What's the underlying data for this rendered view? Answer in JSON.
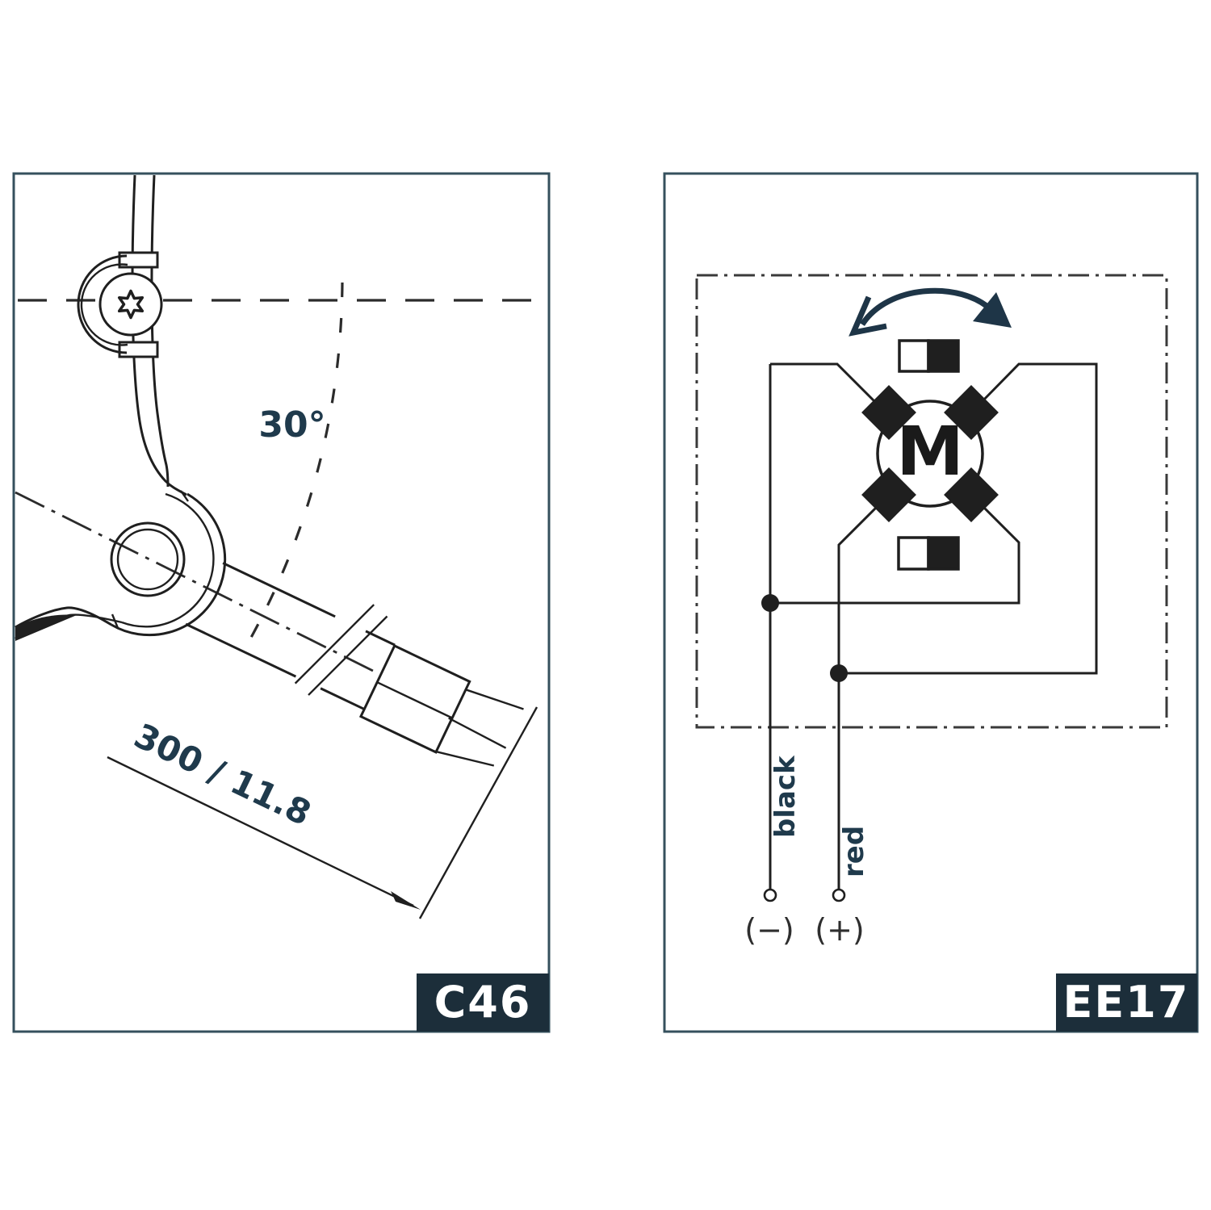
{
  "figure": {
    "left_panel": {
      "code": "C46",
      "angle_label": "30°",
      "dimension_label": "300 / 11.8"
    },
    "right_panel": {
      "code": "EE17",
      "motor_label": "M",
      "wire_left_label": "black",
      "wire_right_label": "red",
      "terminal_left_label": "(−)",
      "terminal_right_label": "(+)"
    },
    "colors": {
      "accent_navy": "#1f3a4c",
      "label_box": "#1c2e3a",
      "panel_border": "#35505d",
      "line": "#1f1f1f",
      "background": "#ffffff"
    }
  }
}
